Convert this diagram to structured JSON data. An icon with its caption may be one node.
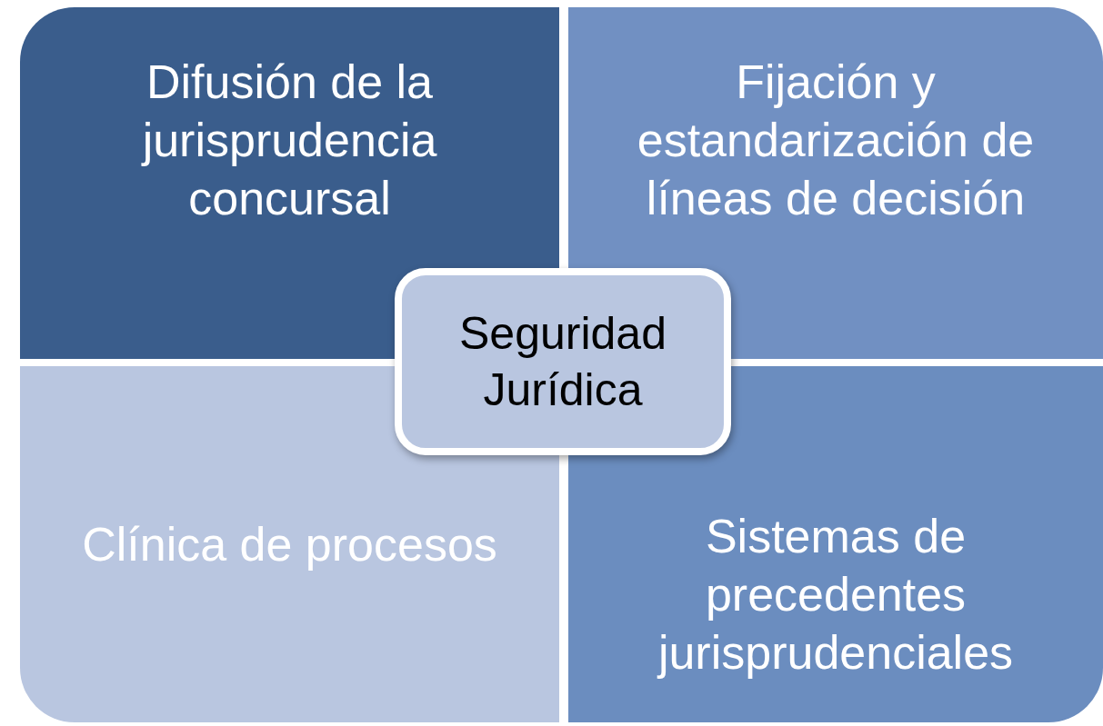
{
  "diagram": {
    "nodes": [
      {
        "text": [
          "Difusión de la jurisprudencia concursal"
        ]
      },
      {
        "text": [
          "Fijación y estandarización de líneas de decisión"
        ]
      },
      {
        "text": [
          "Seguridad Jurídica"
        ]
      },
      {
        "text": [
          "Clínica de procesos"
        ]
      },
      {
        "text": [
          "Sistemas de precedentes jurisprudenciales"
        ]
      }
    ]
  }
}
